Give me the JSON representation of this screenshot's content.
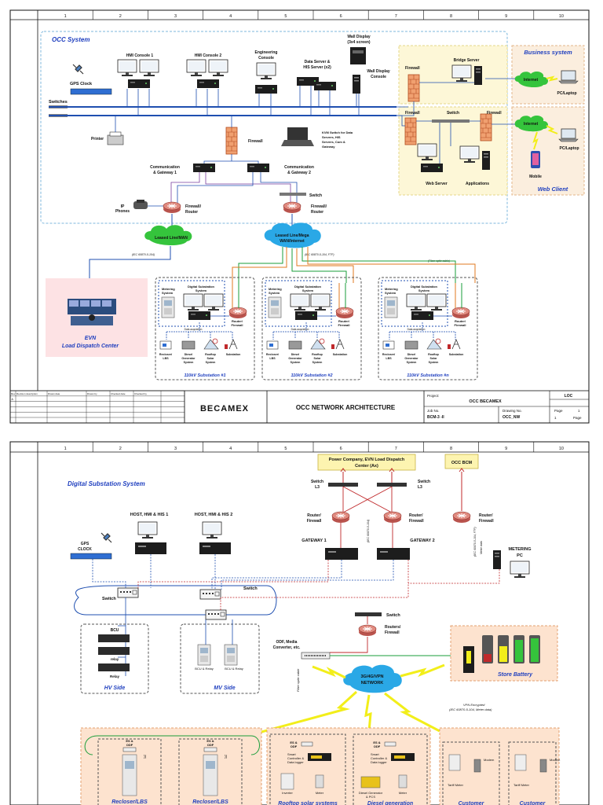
{
  "sheet1": {
    "columns": [
      "1",
      "2",
      "3",
      "4",
      "5",
      "6",
      "7",
      "8",
      "9",
      "10"
    ],
    "occ_system": "OCC System",
    "gps_clock": "GPS Clock",
    "switches": "Switches",
    "hmi1": "HMI Console 1",
    "hmi2": "HMI Console 2",
    "eng1": "Engineering",
    "eng2": "Console",
    "ds1": "Data Server &",
    "ds2": "HIS Server (x2)",
    "wall1": "Wall Display",
    "wall2": "(3x4 screen)",
    "wdc1": "Wall Display",
    "wdc2": "Console",
    "printer": "Printer",
    "firewall": "Firewall",
    "kvm": [
      "KVM Switch for Data",
      "Servers, HIS",
      "Servers, Com &",
      "Gateway"
    ],
    "cg1a": "Communication",
    "cg1b": "& Gateway 1",
    "cg2a": "Communication",
    "cg2b": "& Gateway 2",
    "ip1": "IP",
    "ip2": "Phones",
    "fr1": "Firewall/",
    "fr2": "Router",
    "switch": "Switch",
    "leased1": "Leased Line/MAN",
    "leased2a": "Leased Line/Mega",
    "leased2b": "WAN/Internet",
    "iec_a": "(IEC 60870-5-104)",
    "iec_b": "(IEC 60870-5-104, FTP)",
    "fiber": "(Fiber optic cable)",
    "bridge": "Bridge Server",
    "internet": "Internet",
    "pc": "PC/Laptop",
    "web_server": "Web Server",
    "applications": "Applications",
    "mobile": "Mobile",
    "business": "Business system",
    "web_client": "Web Client",
    "evn1": "EVN",
    "evn2": "Load Dispatch Center",
    "metering": [
      "Metering",
      "System"
    ],
    "digital": [
      "Digital Substation",
      "System"
    ],
    "router_fw": [
      "Router/",
      "Firewall"
    ],
    "data_acq": "Data acquisition",
    "dev1": [
      "Recloser/",
      "LBS"
    ],
    "dev2": [
      "Diesel",
      "Generator",
      "System"
    ],
    "dev3": [
      "Rooftop",
      "Solar",
      "System"
    ],
    "dev4": [
      "Substation"
    ],
    "subs": [
      "110kV Substation #1",
      "110kV Substation #2",
      "110kV Substation #n"
    ],
    "tb_hdr": [
      "Rev",
      "Revision description",
      "Drawn date",
      "Drawn by",
      "Checked date",
      "Checked by"
    ],
    "rev_a": "A",
    "logo": "BECAMEX",
    "title": "OCC NETWORK ARCHITECTURE",
    "project_lbl": "Project:",
    "project": "OCC BECAMEX",
    "job_lbl": "Job No.",
    "job": "BCM-3 -II",
    "drw_lbl": "Drawing No.",
    "drw": "OCC_NW",
    "page_lbl": "Page",
    "page_num": "1",
    "pg1": "1",
    "pg2": "Page",
    "loc": "LOC"
  },
  "sheet2": {
    "power_co1": "Power Company, EVN Load Dispatch",
    "power_co2": "Center (Ax)",
    "occ_bcm": "OCC BCM",
    "title": "Digital Substation System",
    "sw_l3a": "Switch",
    "sw_l3b": "L3",
    "router_fw1": "Router/",
    "router_fw2": "Firewall",
    "host1": "HOST, HMI & HIS  1",
    "host2": "HOST, HMI & HIS  2",
    "gw1": "GATEWAY 1",
    "gw2": "GATEWAY 2",
    "iec1": "(IEC 60870-5-104)",
    "iec2": "(IEC 60870-5-104, FTP)",
    "meter_data": "Meter data",
    "metering_pc1": "METERING",
    "metering_pc2": "PC",
    "gps1": "GPS",
    "gps2": "CLOCK",
    "switch": "Switch",
    "routers1": "Routers/",
    "routers2": "Firewall",
    "bcu": "BCU",
    "relay": "relay",
    "relay2": "Relay",
    "bcu_relay": "BCU & Relay",
    "hv": "HV Side",
    "mv": "MV Side",
    "odf1": "ODF, Media",
    "odf2": "Converter, etc.",
    "fiber": "Fiber optic cable",
    "vpn1": "3G/4G/VPN",
    "vpn2": "NETWORK",
    "vpn_enc1": "VPN Encrypted",
    "vpn_enc2": "(IEC 60870-5-104, Meter data)",
    "store_battery": "Store Battery",
    "es_odf1": "ES &",
    "es_odf2": "ODF",
    "smart1": "Smart",
    "smart2": "Controller &",
    "smart3": "Data logger",
    "inverter": "Inverter",
    "meter": "Meter",
    "diesel1": "Diesel Generator",
    "diesel2": "& PCS",
    "modem": "Modem",
    "tariff": "Tariff Meter",
    "recloser": "Recloser/LBS",
    "rooftop": "Rooftop solar systems",
    "diesel_gen": "Diesel generation",
    "customer": "Customer",
    "columns": [
      "1",
      "2",
      "3",
      "4",
      "5",
      "6",
      "7",
      "8",
      "9",
      "10"
    ]
  },
  "colors": {
    "bus": "#1f4fb0",
    "purple": "#7a3fa0",
    "orange": "#e07a1f",
    "green": "#1a9e3a",
    "red": "#c0292b",
    "cloud_green": "#35c43c",
    "cloud_blue": "#2aa8e6",
    "title_blue": "#1f3fbf",
    "bolt": "#f2ee1a"
  }
}
